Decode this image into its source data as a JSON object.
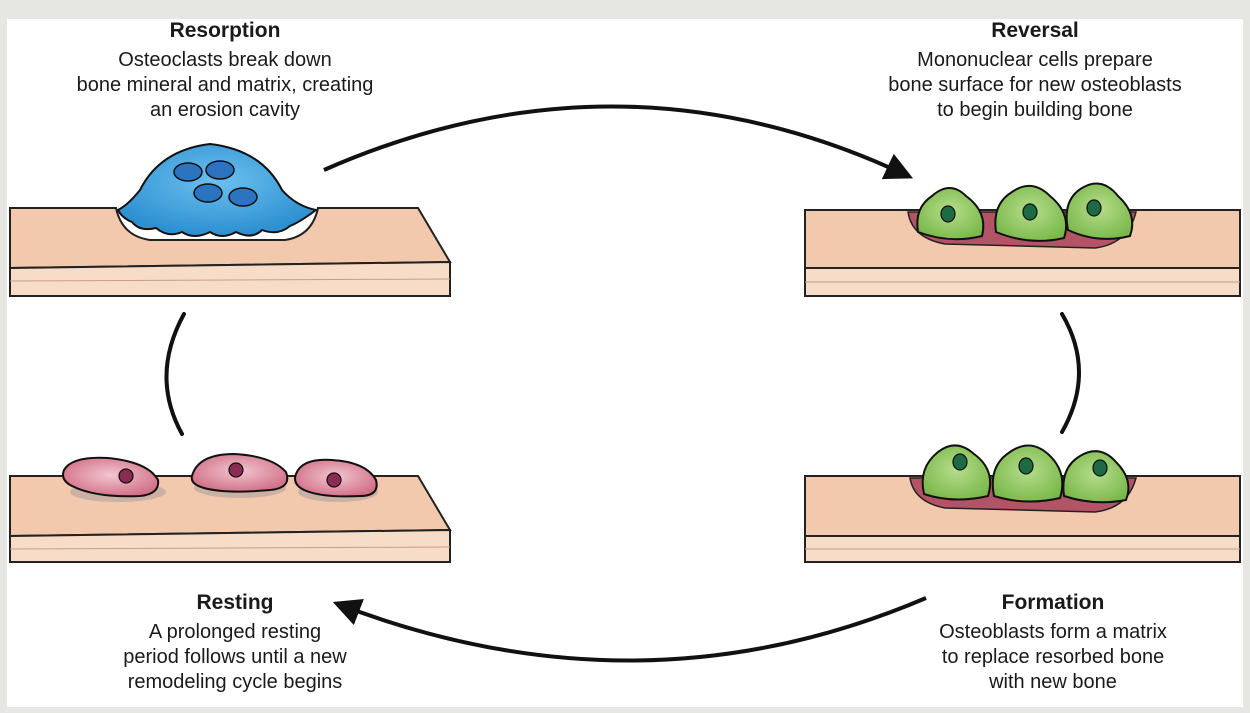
{
  "stages": {
    "resorption": {
      "title": "Resorption",
      "description": "Osteoclasts break down\nbone mineral and matrix, creating\nan erosion cavity"
    },
    "reversal": {
      "title": "Reversal",
      "description": "Mononuclear cells prepare\nbone surface for new osteoblasts\nto begin building bone"
    },
    "formation": {
      "title": "Formation",
      "description": "Osteoblasts form a matrix\nto replace resorbed bone\nwith new bone"
    },
    "resting": {
      "title": "Resting",
      "description": "A prolonged resting\nperiod follows until a new\nremodeling cycle begins"
    }
  },
  "colors": {
    "background": "#e6e6e2",
    "bone_top": "#f2c9ad",
    "bone_side": "#f7dcc8",
    "osteoclast": "#3a9ad8",
    "osteoblast": "#8cc55a",
    "lining_cell": "#d7738a",
    "new_matrix": "#b35466"
  }
}
